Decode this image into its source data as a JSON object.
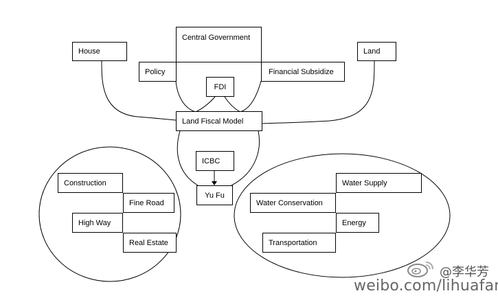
{
  "diagram": {
    "central_government": "Central Government",
    "house": "House",
    "land": "Land",
    "policy": "Policy",
    "financial_subsidize": "Financial Subsidize",
    "fdi": "FDI",
    "land_fiscal_model": "Land Fiscal Model",
    "icbc": "ICBC",
    "yu_fu": "Yu Fu",
    "left_group": {
      "construction": "Construction",
      "fine_road": "Fine Road",
      "high_way": "High Way",
      "real_estate": "Real Estate"
    },
    "right_group": {
      "water_supply": "Water Supply",
      "water_conservation": "Water Conservation",
      "energy": "Energy",
      "transportation": "Transportation"
    }
  },
  "watermark": {
    "handle": "@李华芳",
    "url": "weibo.com/lihuafang",
    "logo_icon": "weibo-logo-icon"
  }
}
